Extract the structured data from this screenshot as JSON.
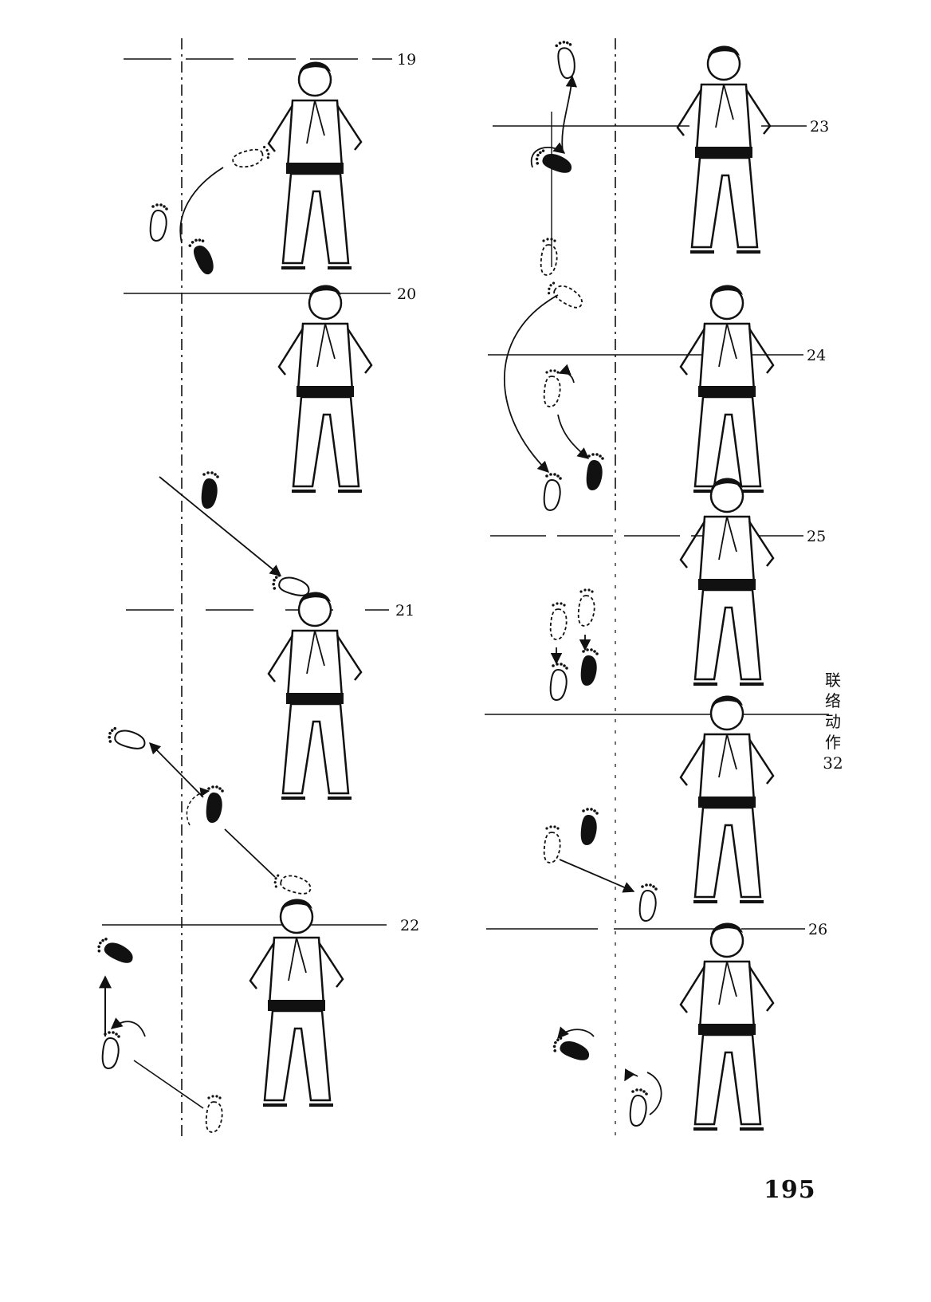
{
  "figures": [
    {
      "number": "19"
    },
    {
      "number": "20"
    },
    {
      "number": "21"
    },
    {
      "number": "22"
    },
    {
      "number": "23"
    },
    {
      "number": "24"
    },
    {
      "number": "25"
    },
    {
      "number": "26"
    }
  ],
  "side_label": {
    "chars": [
      "联",
      "络",
      "动",
      "作"
    ],
    "number": "32"
  },
  "page_number": "195",
  "colors": {
    "ink": "#111111",
    "paper": "#ffffff"
  }
}
